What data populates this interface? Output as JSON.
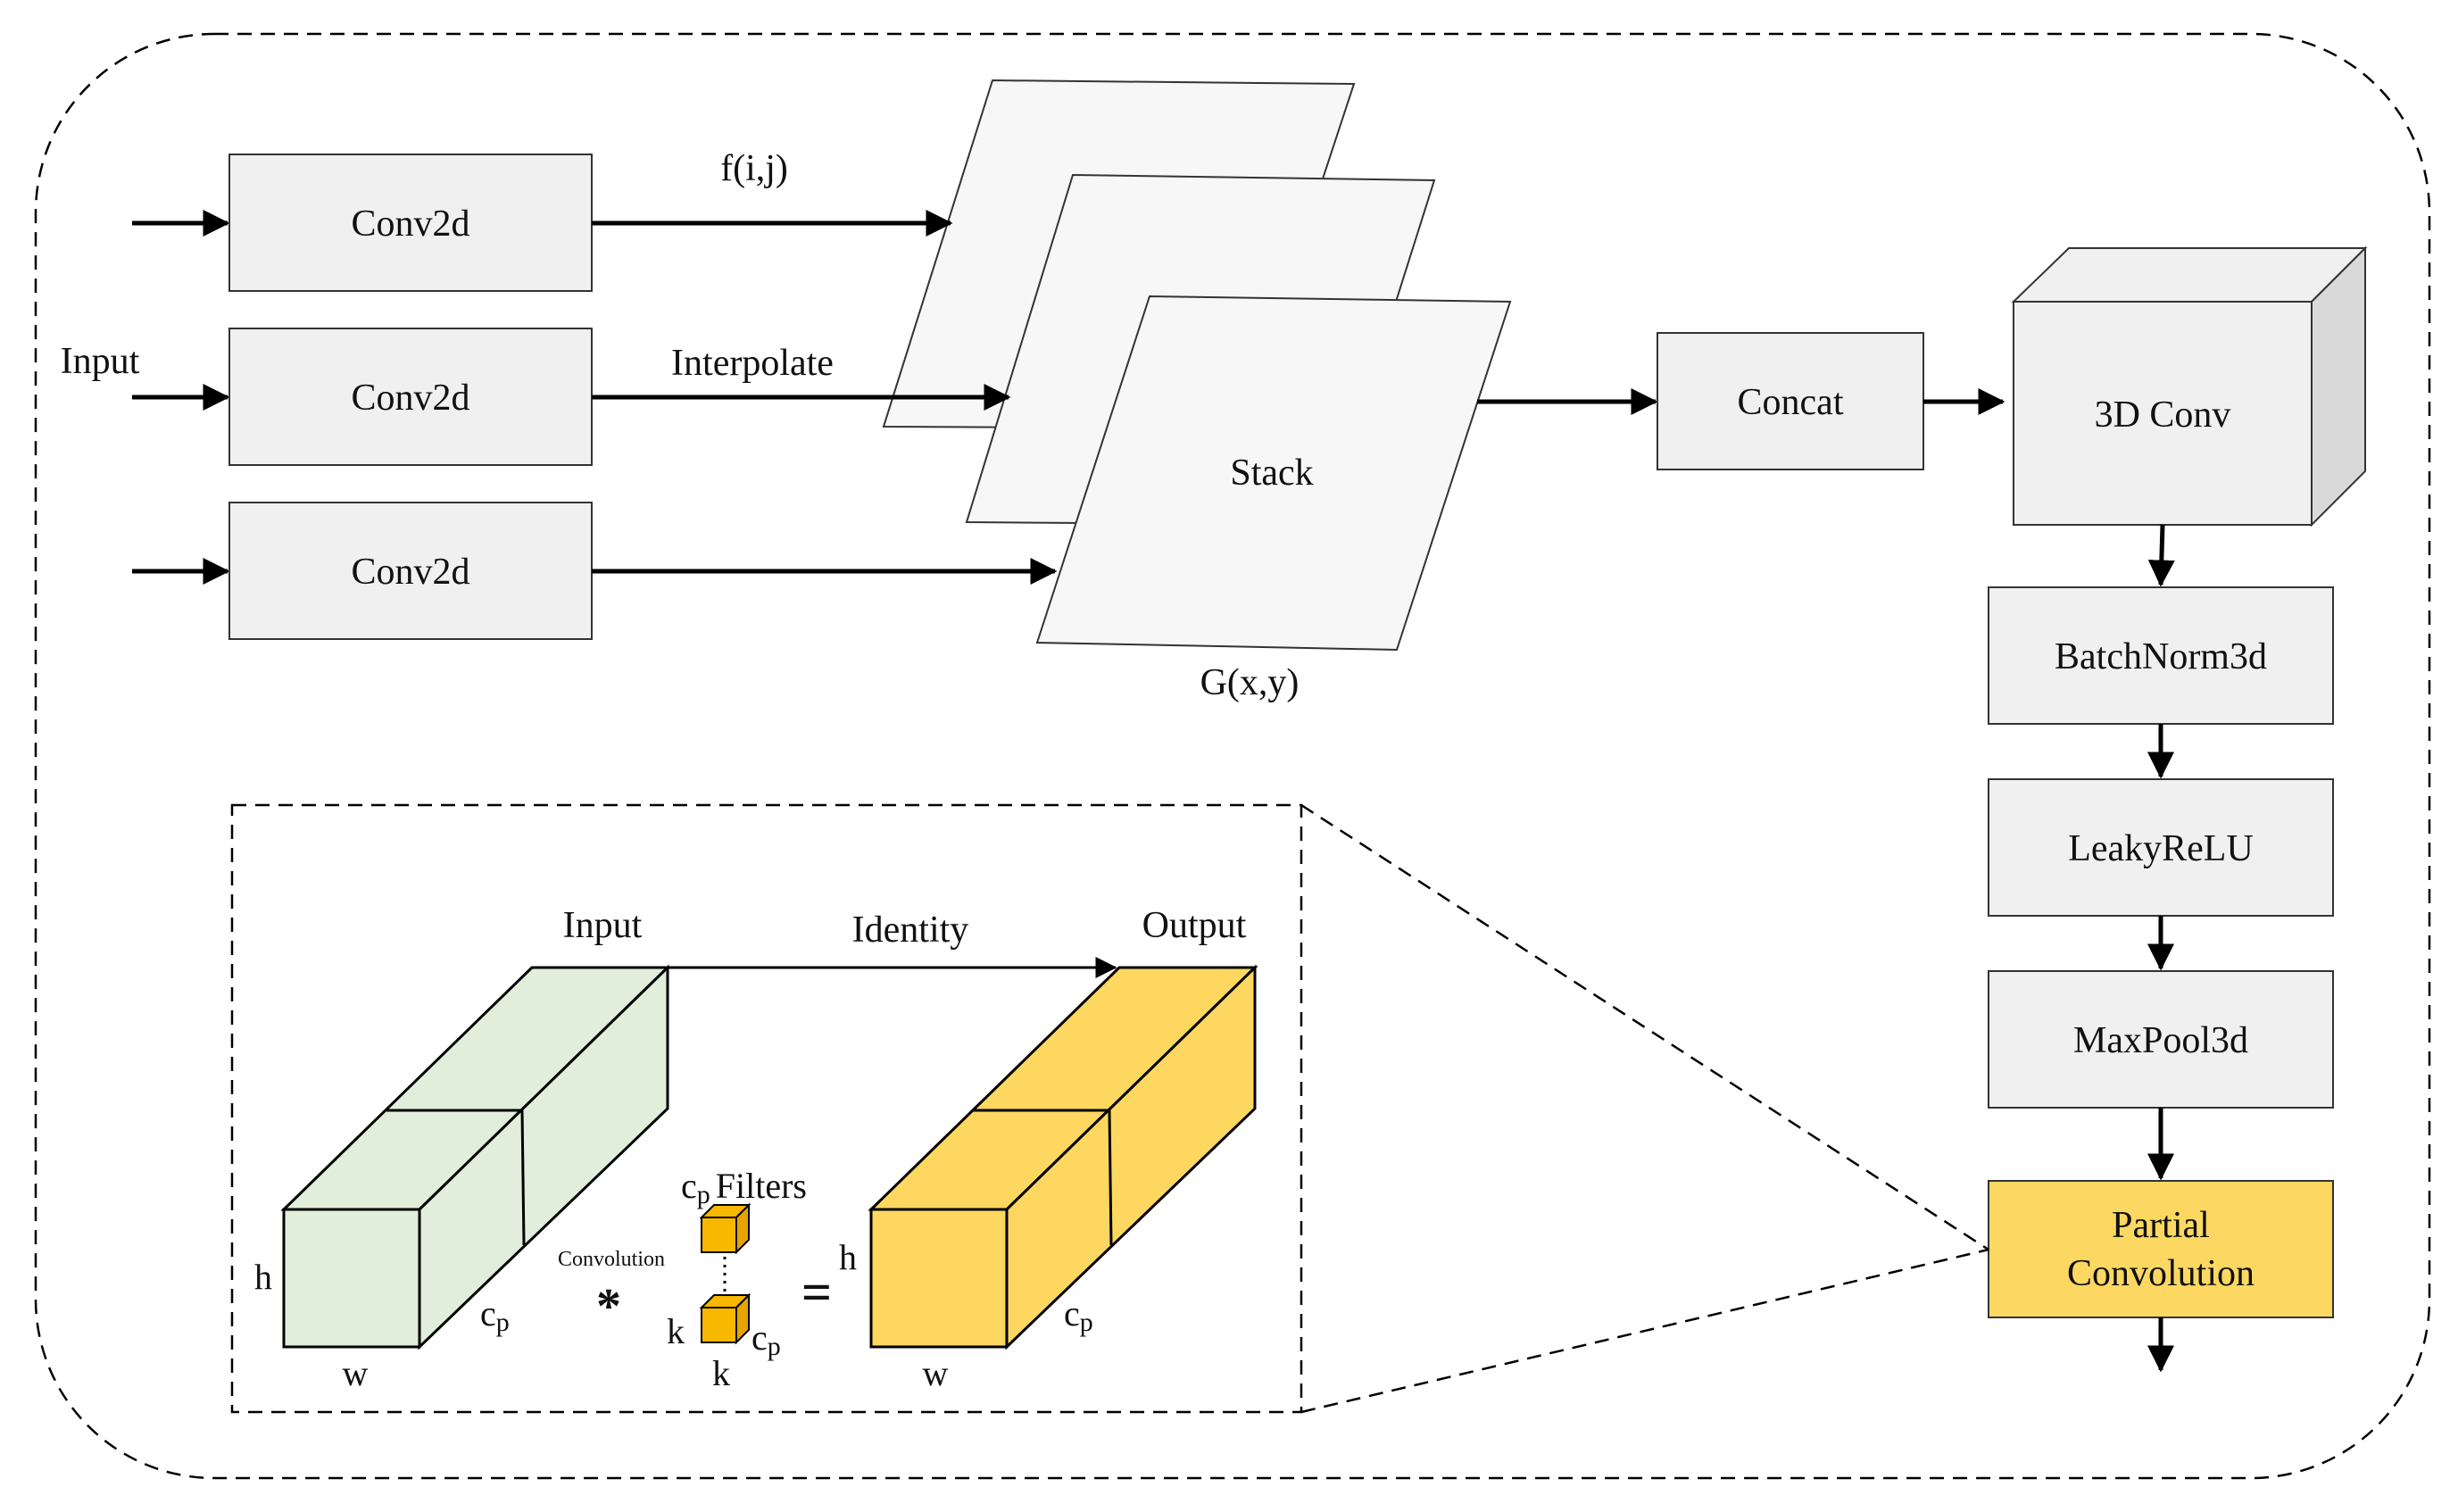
{
  "top": {
    "input_label": "Input",
    "conv_labels": [
      "Conv2d",
      "Conv2d",
      "Conv2d"
    ],
    "fij_label": "f(i,j)",
    "interpolate_label": "Interpolate",
    "stack_label": "Stack",
    "gxy_label": "G(x,y)",
    "concat_label": "Concat",
    "conv3d_label": "3D Conv",
    "batchnorm_label": "BatchNorm3d",
    "leaky_label": "LeakyReLU",
    "maxpool_label": "MaxPool3d",
    "partial_line1": "Partial",
    "partial_line2": "Convolution"
  },
  "inset": {
    "input_label": "Input",
    "identity_label": "Identity",
    "output_label": "Output",
    "filters_c": "c",
    "filters_sub": "p",
    "filters_word": "Filters",
    "convolution_label": "Convolution",
    "star": "*",
    "equals": "=",
    "h_label": "h",
    "w_label": "w",
    "k_label": "k",
    "c_label": "c",
    "p_sub": "p"
  },
  "colors": {
    "box_fill": "#f0f0f0",
    "green_face": "#e0eedb",
    "yellow_face": "#fdd75f",
    "yellow_highlight": "#fcd862",
    "filter_cube": "#f9b800"
  }
}
